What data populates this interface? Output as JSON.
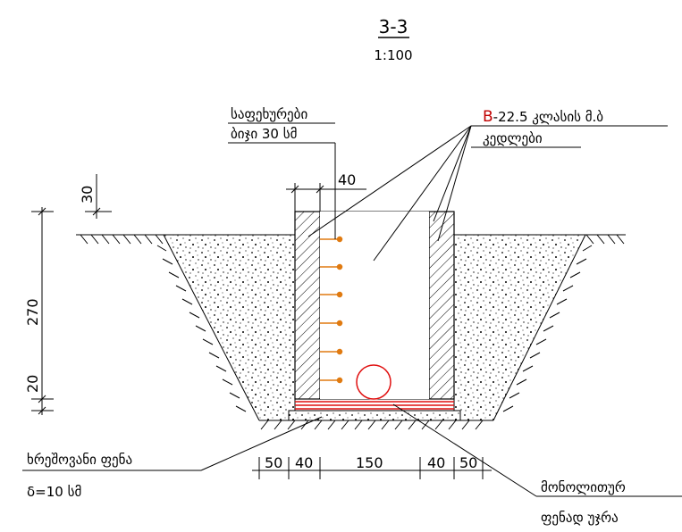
{
  "section": {
    "title": "3-3",
    "scale": "1:100"
  },
  "labels": {
    "steps_line1": "საფეხურები",
    "steps_line2": "ბიჯი 30 სმ",
    "wall_class_prefix": "B",
    "wall_class_rest": "-22.5 კლასის მ.ბ",
    "walls": "კედლები",
    "gravel_layer": "ხრეშოვანი ფენა",
    "gravel_thickness": "δ=10 სმ",
    "monolithic_line1": "მონოლითურ",
    "monolithic_line2": "ფენად უჯრა"
  },
  "dimensions": {
    "top_wall": "40",
    "above_ground": "30",
    "depth": "270",
    "base": "20",
    "bottom": [
      "50",
      "40",
      "150",
      "40",
      "50"
    ]
  },
  "colors": {
    "steps": "#e07a10",
    "pipe": "#e01010",
    "base_layers": "#e01010",
    "line": "#000000"
  }
}
